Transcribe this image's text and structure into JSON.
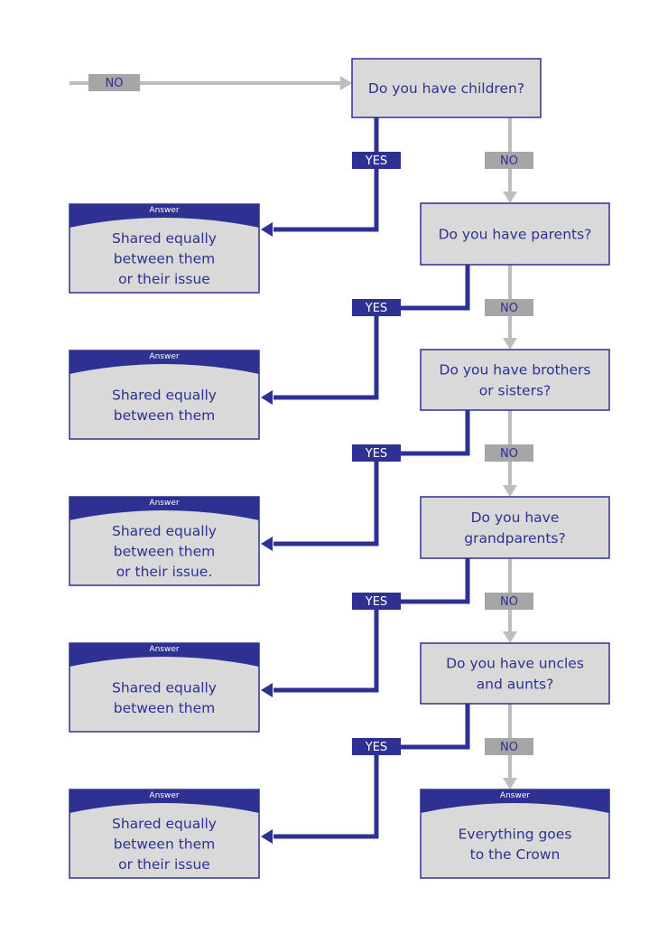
{
  "entry_label": "NO",
  "yes_label": "YES",
  "no_label": "NO",
  "answer_header": "Answer",
  "questions": [
    {
      "lines": [
        "Do you have children?"
      ]
    },
    {
      "lines": [
        "Do you have parents?"
      ]
    },
    {
      "lines": [
        "Do you have brothers",
        "or sisters?"
      ]
    },
    {
      "lines": [
        "Do you have",
        "grandparents?"
      ]
    },
    {
      "lines": [
        "Do you have uncles",
        "and aunts?"
      ]
    }
  ],
  "answers": [
    {
      "lines": [
        "Shared equally",
        "between them",
        "or their issue"
      ]
    },
    {
      "lines": [
        "Shared equally",
        "between them"
      ]
    },
    {
      "lines": [
        "Shared equally",
        "between them",
        "or their issue."
      ]
    },
    {
      "lines": [
        "Shared equally",
        "between them"
      ]
    },
    {
      "lines": [
        "Shared equally",
        "between them",
        "or their issue"
      ]
    }
  ],
  "final_answer": {
    "lines": [
      "Everything goes",
      "to the Crown"
    ]
  },
  "colors": {
    "navy": "#2e3191",
    "gray_box": "#d9d9d9",
    "gray_line": "#bdbdbd",
    "gray_tag": "#a6a6a6"
  }
}
